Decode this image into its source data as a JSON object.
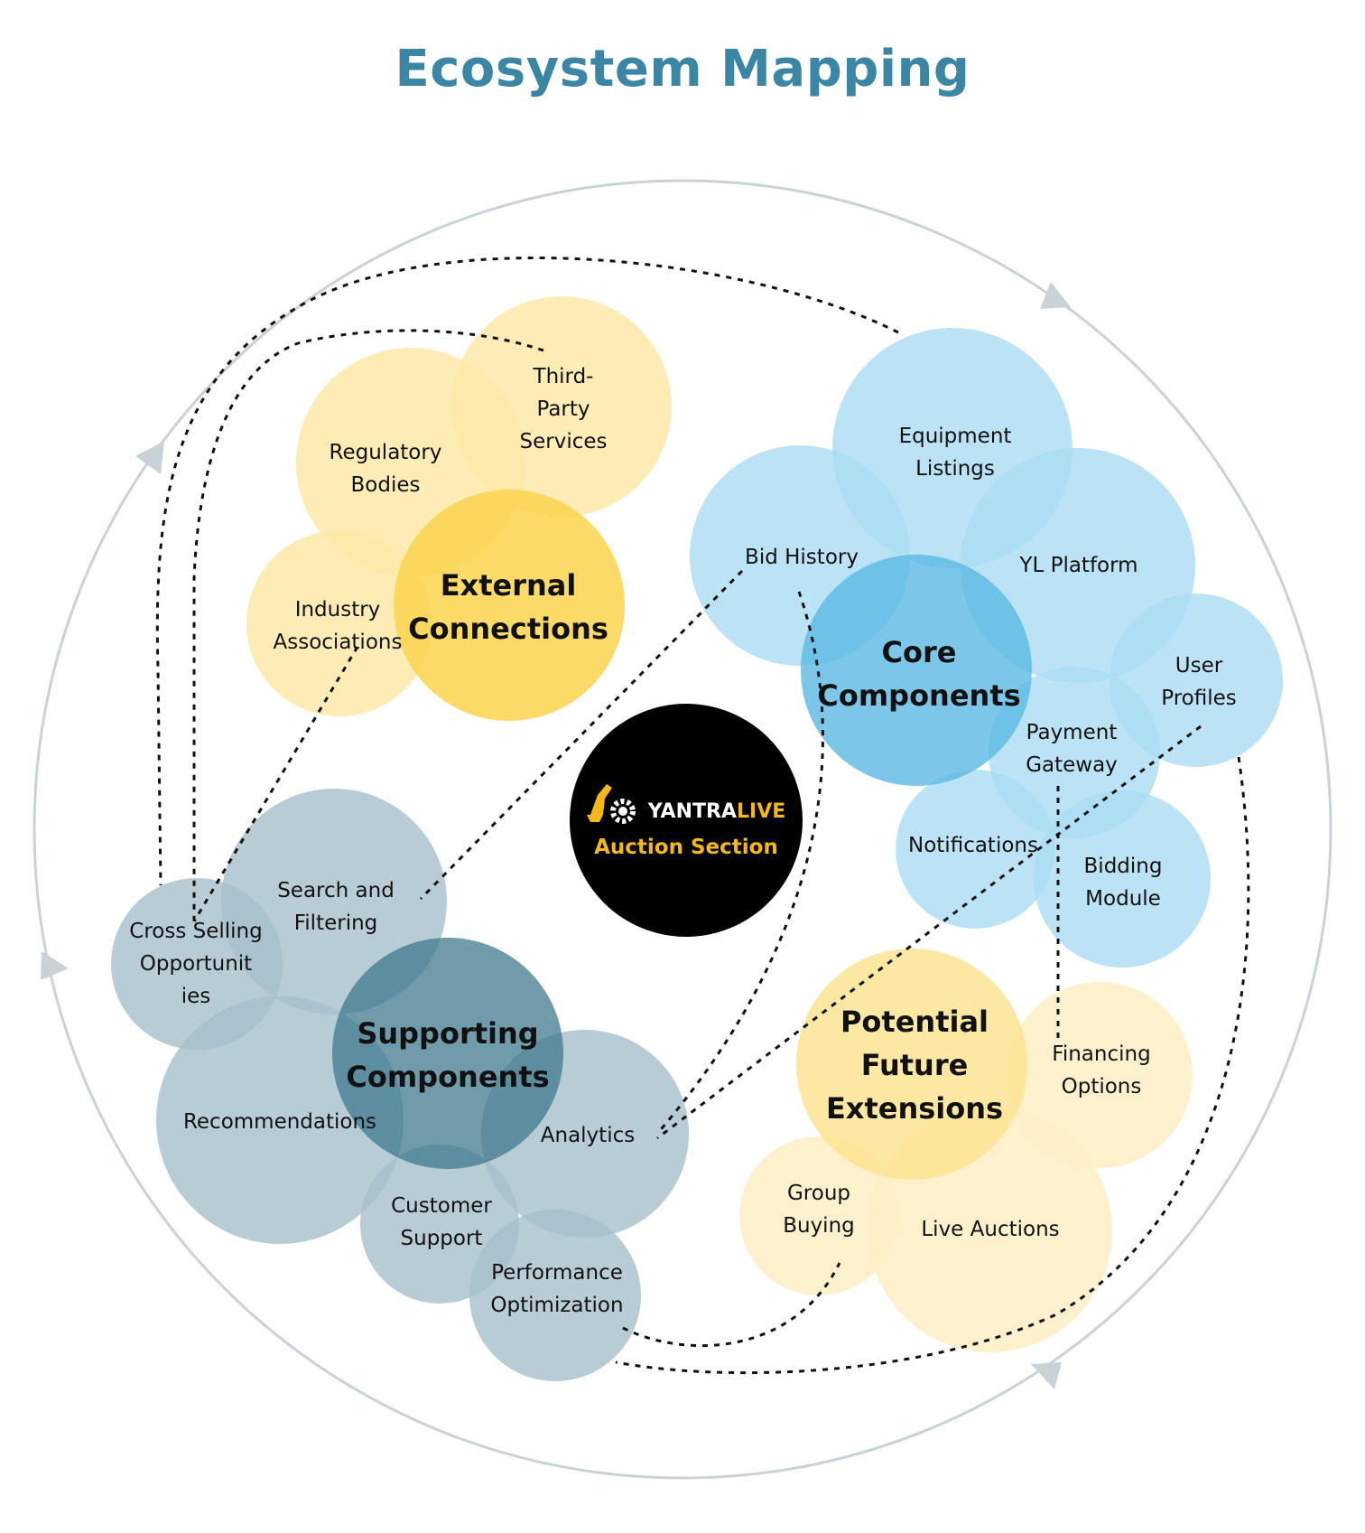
{
  "title": "Ecosystem Mapping",
  "colors": {
    "title": "#3a86a4",
    "external": "#fcd34d",
    "external_light": "#fde9a8",
    "core": "#5bb8e4",
    "core_light": "#aadcf2",
    "supporting": "#3f7a8e",
    "supporting_light": "#a5bfca",
    "future": "#fde28c",
    "future_light": "#fdefc4",
    "center": "#000000",
    "brand_accent": "#f5b81a"
  },
  "center": {
    "brand_left": "YANTRA",
    "brand_right": "LIVE",
    "subtitle": "Auction Section",
    "logo_icon": "excavator-gear-icon"
  },
  "groups": {
    "external": {
      "label": [
        "External",
        "Connections"
      ],
      "items": [
        {
          "id": "regulatory",
          "lines": [
            "Regulatory",
            "Bodies"
          ]
        },
        {
          "id": "third-party",
          "lines": [
            "Third-",
            "Party",
            "Services"
          ]
        },
        {
          "id": "industry",
          "lines": [
            "Industry",
            "Associations"
          ]
        }
      ]
    },
    "core": {
      "label": [
        "Core",
        "Components"
      ],
      "items": [
        {
          "id": "equipment",
          "lines": [
            "Equipment",
            "Listings"
          ]
        },
        {
          "id": "bid-history",
          "lines": [
            "Bid History"
          ]
        },
        {
          "id": "yl-platform",
          "lines": [
            "YL Platform"
          ]
        },
        {
          "id": "user-profiles",
          "lines": [
            "User",
            "Profiles"
          ]
        },
        {
          "id": "payment",
          "lines": [
            "Payment",
            "Gateway"
          ]
        },
        {
          "id": "notifications",
          "lines": [
            "Notifications"
          ]
        },
        {
          "id": "bidding",
          "lines": [
            "Bidding",
            "Module"
          ]
        }
      ]
    },
    "supporting": {
      "label": [
        "Supporting",
        "Components"
      ],
      "items": [
        {
          "id": "search",
          "lines": [
            "Search and",
            "Filtering"
          ]
        },
        {
          "id": "cross-selling",
          "lines": [
            "Cross Selling",
            "Opportunit",
            "ies"
          ]
        },
        {
          "id": "recommendations",
          "lines": [
            "Recommendations"
          ]
        },
        {
          "id": "analytics",
          "lines": [
            "Analytics"
          ]
        },
        {
          "id": "customer-support",
          "lines": [
            "Customer",
            "Support"
          ]
        },
        {
          "id": "performance",
          "lines": [
            "Performance",
            "Optimization"
          ]
        }
      ]
    },
    "future": {
      "label": [
        "Potential",
        "Future",
        "Extensions"
      ],
      "items": [
        {
          "id": "financing",
          "lines": [
            "Financing",
            "Options"
          ]
        },
        {
          "id": "group-buying",
          "lines": [
            "Group",
            "Buying"
          ]
        },
        {
          "id": "live-auctions",
          "lines": [
            "Live Auctions"
          ]
        }
      ]
    }
  }
}
